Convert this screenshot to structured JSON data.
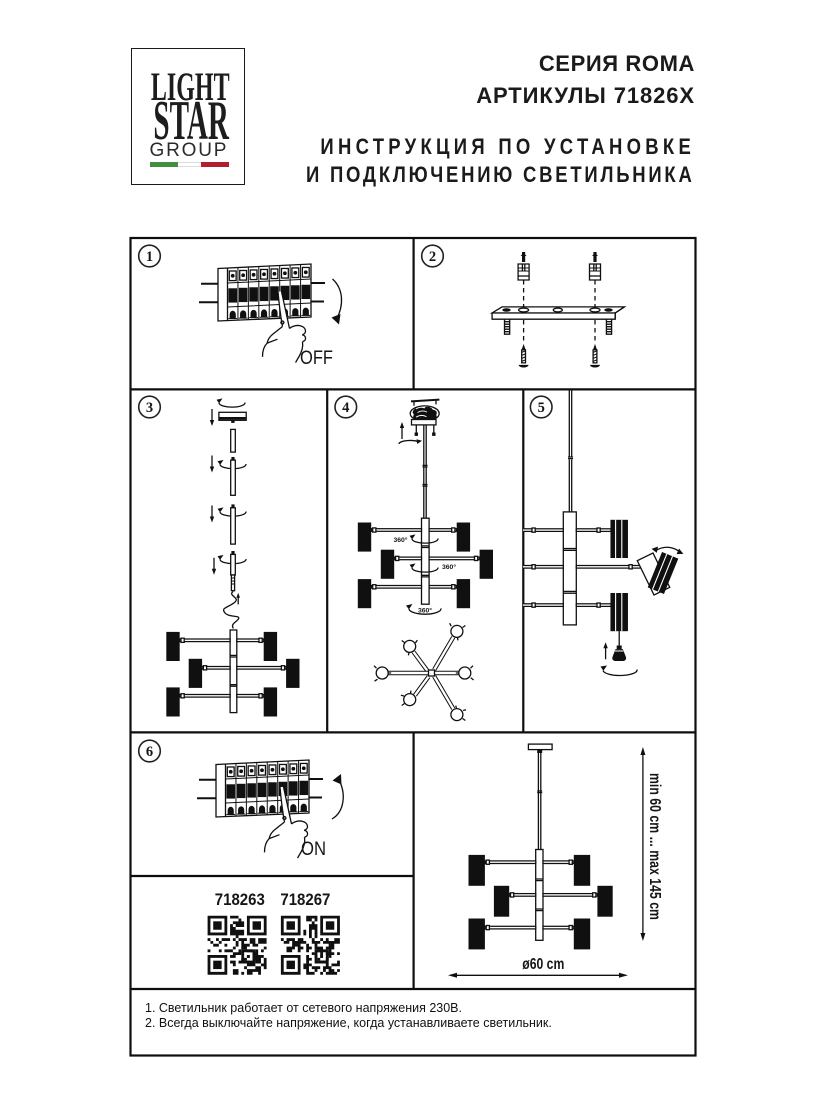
{
  "logo": {
    "line1": "LIGHT",
    "line2": "STAR",
    "line3": "GROUP",
    "flag": {
      "green": "#3f8f3f",
      "white": "#ffffff",
      "red": "#b01f2e"
    }
  },
  "header": {
    "series": "СЕРИЯ ROMA",
    "articles": "АРТИКУЛЫ 71826X",
    "title_line1": "ИНСТРУКЦИЯ ПО УСТАНОВКЕ",
    "title_line2": "И ПОДКЛЮЧЕНИЮ СВЕТИЛЬНИКА"
  },
  "steps": {
    "s1": {
      "number": "1",
      "label": "OFF"
    },
    "s2": {
      "number": "2"
    },
    "s3": {
      "number": "3"
    },
    "s4": {
      "number": "4",
      "rotation_label": "360°"
    },
    "s5": {
      "number": "5"
    },
    "s6": {
      "number": "6",
      "label": "ON"
    }
  },
  "articles": {
    "left": {
      "code": "718263"
    },
    "right": {
      "code": "718267"
    }
  },
  "dimensions": {
    "height_range": "min 60 cm ... max 145 cm",
    "diameter": "ø60 cm"
  },
  "notes": {
    "line1": "1. Светильник работает от сетевого напряжения 230В.",
    "line2": "2. Всегда выключайте напряжение, когда устанавливаете светильник."
  }
}
